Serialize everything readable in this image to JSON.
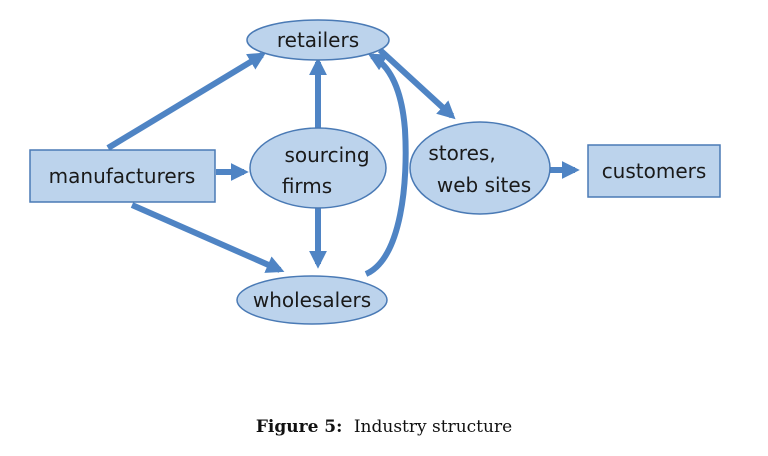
{
  "diagram": {
    "nodes": {
      "retailers": "retailers",
      "manufacturers": "manufacturers",
      "sourcing_firms_line1": "sourcing",
      "sourcing_firms_line2": "firms",
      "stores_line1": "stores,",
      "stores_line2": "web sites",
      "customers": "customers",
      "wholesalers": "wholesalers"
    },
    "colors": {
      "node_fill": "#bcd3ec",
      "node_stroke": "#4a7ab5",
      "arrow": "#4f84c4"
    }
  },
  "caption": {
    "label": "Figure 5:",
    "text": "Industry structure"
  }
}
